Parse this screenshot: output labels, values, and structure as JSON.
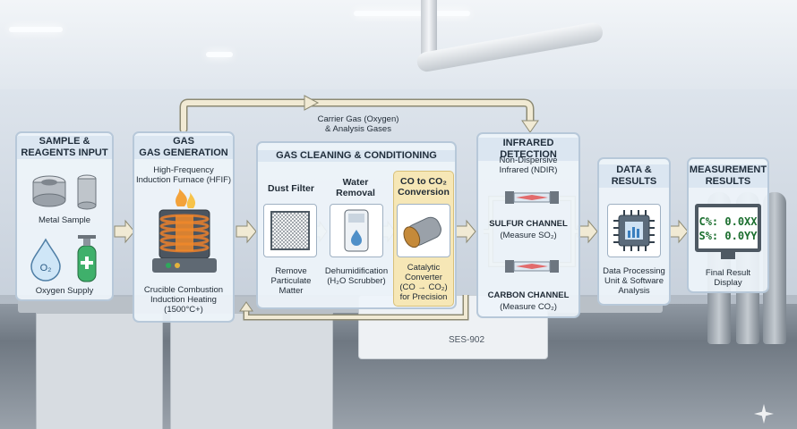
{
  "carrier_gas_label": "Carrier Gas (Oxygen)\n& Analysis Gases",
  "sample_input": {
    "title": "SAMPLE &\nREAGENTS INPUT",
    "metal_label": "Metal Sample",
    "oxygen_label": "Oxygen Supply",
    "o2_symbol": "O₂"
  },
  "gas_generation": {
    "title": "GAS\nGAS GENERATION",
    "furnace_label": "High-Frequency\nInduction Furnace (HFIF)",
    "caption": "Crucible Combustion\nInduction Heating\n(1500°C+)"
  },
  "gas_cleaning": {
    "title": "GAS CLEANING & CONDITIONING",
    "dust_filter": {
      "title": "Dust Filter",
      "caption": "Remove\nParticulate\nMatter"
    },
    "water_removal": {
      "title": "Water\nRemoval",
      "caption": "Dehumidification\n(H₂O Scrubber)"
    },
    "co_conversion": {
      "title": "CO to CO₂\nConversion",
      "caption": "Catalytic\nConverter\n(CO → CO₂)\nfor Precision"
    }
  },
  "infrared": {
    "title": "INFRARED DETECTION",
    "subtitle": "Non-Dispersive\nInfrared (NDIR)",
    "sulfur_title": "SULFUR CHANNEL",
    "sulfur_caption": "(Measure SO₂)",
    "carbon_title": "CARBON CHANNEL",
    "carbon_caption": "(Measure CO₂)"
  },
  "data_results": {
    "title": "DATA &\nRESULTS",
    "caption": "Data Processing\nUnit & Software\nAnalysis"
  },
  "measurement": {
    "title": "MEASUREMENT\nRESULTS",
    "c_line": "C%: 0.0XX",
    "s_line": "S%: 0.0YY",
    "caption": "Final Result\nDisplay"
  },
  "instrument_label": "SES-902",
  "colors": {
    "arrow": "#f1ead4",
    "arrow_stroke": "#8d8a73",
    "panel_border": "#b7c8d9",
    "highlight": "#f6e7b6"
  }
}
